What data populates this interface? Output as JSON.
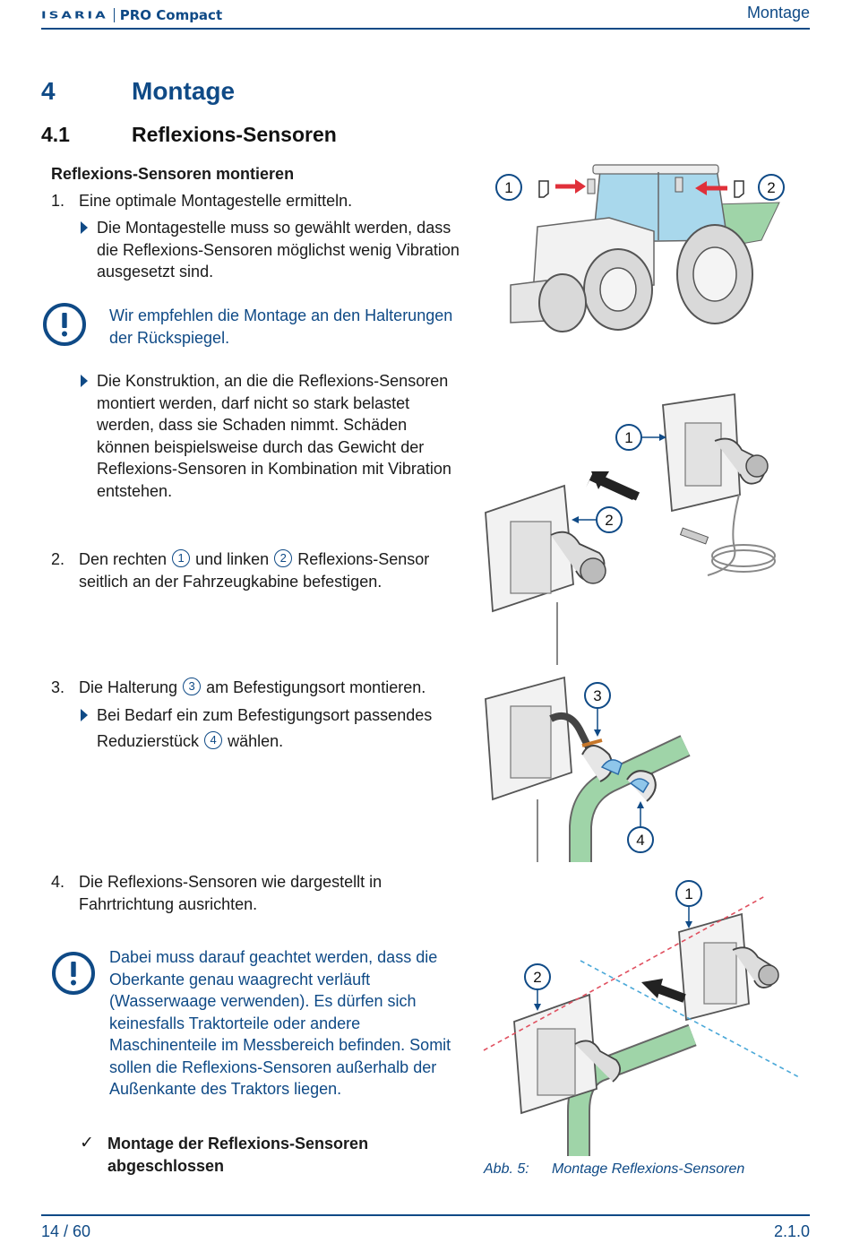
{
  "header": {
    "brand": "ISARIA",
    "product": "PRO Compact",
    "chapter": "Montage"
  },
  "section": {
    "number": "4",
    "title": "Montage"
  },
  "subsection": {
    "number": "4.1",
    "title": "Reflexions-Sensoren"
  },
  "procedure_title": "Reflexions-Sensoren montieren",
  "steps": [
    {
      "num": "1.",
      "text_lines": [
        "Eine optimale Montagestelle ermitteln."
      ]
    },
    {
      "num": "2.",
      "text_a": "Den rechten",
      "ref1": "1",
      "text_b": "und linken",
      "ref2": "2",
      "text_c": "Reflexions-Sensor",
      "text_line2": "seitlich an der Fahrzeugkabine befestigen."
    },
    {
      "num": "3.",
      "text_a": "Die Halterung",
      "ref": "3",
      "text_b": "am Befestigungsort montieren."
    },
    {
      "num": "4.",
      "text_lines": [
        "Die Reflexions-Sensoren wie dargestellt in",
        "Fahrtrichtung ausrichten."
      ]
    }
  ],
  "bullets": {
    "b1": [
      "Die Montagestelle muss so gewählt werden, dass",
      "die Reflexions-Sensoren möglichst wenig Vibration",
      "ausgesetzt sind."
    ],
    "b2": [
      "Die Konstruktion, an die die Reflexions-Sensoren",
      "montiert werden, darf nicht so stark belastet",
      "werden, dass sie Schaden nimmt. Schäden",
      "können beispielsweise durch das Gewicht der",
      "Reflexions-Sensoren in Kombination mit Vibration",
      "entstehen."
    ],
    "b3": {
      "line1": "Bei Bedarf ein zum Befestigungsort passendes",
      "line2_a": "Reduzierstück",
      "ref": "4",
      "line2_b": "wählen."
    }
  },
  "notes": {
    "n1": [
      "Wir empfehlen die Montage an den Halterungen",
      "der Rückspiegel."
    ],
    "n2": [
      "Dabei muss darauf geachtet werden, dass die",
      "Oberkante genau waagrecht verläuft",
      "(Wasserwaage verwenden). Es dürfen sich",
      "keinesfalls Traktorteile oder andere",
      "Maschinenteile im Messbereich befinden. Somit",
      "sollen die Reflexions-Sensoren außerhalb der",
      "Außenkante des Traktors liegen."
    ],
    "icon": "exclamation-circle-icon"
  },
  "result": {
    "check": "✓",
    "lines": [
      "Montage der Reflexions-Sensoren",
      "abgeschlossen"
    ]
  },
  "figure": {
    "label": "Abb. 5:",
    "caption": "Montage Reflexions-Sensoren",
    "callouts": [
      "1",
      "2",
      "1",
      "2",
      "3",
      "4",
      "1",
      "2"
    ]
  },
  "footer": {
    "page": "14 / 60",
    "version": "2.1.0"
  },
  "colors": {
    "brand_blue": "#0f4a86",
    "arrow_red": "#e0303a",
    "pipe_green": "#9fd4a8",
    "cabin_blue": "#a9d8ec",
    "level_red": "#e05060",
    "level_blue": "#4aa8d8"
  }
}
